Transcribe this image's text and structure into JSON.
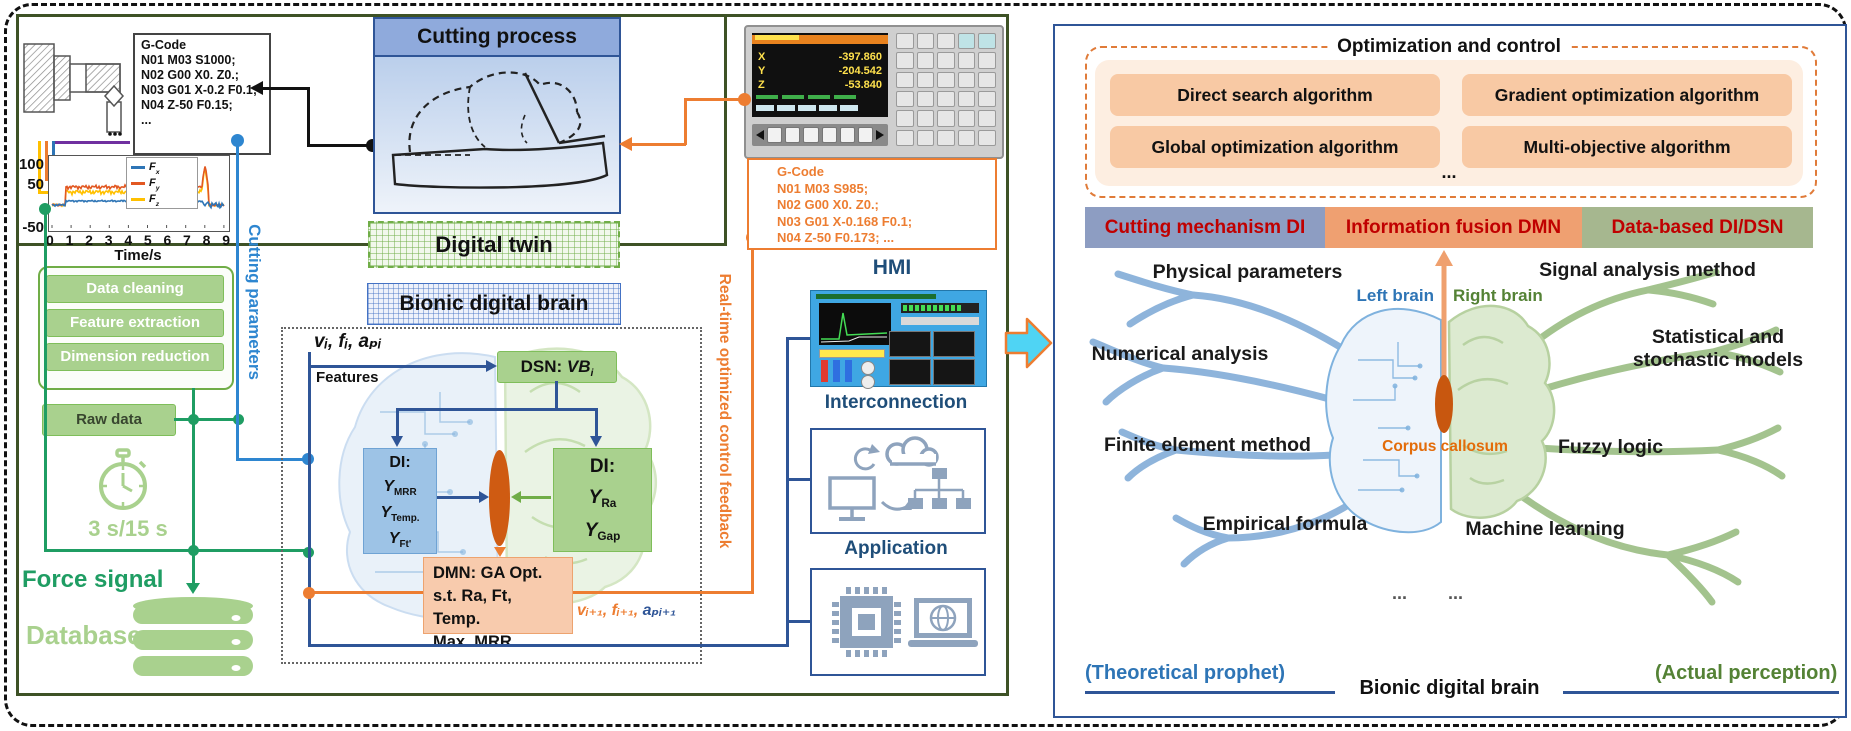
{
  "colors": {
    "orange": "#ED7D31",
    "olive": "#3E5226",
    "green": "#70AD47",
    "lightgreen": "#A9D18E",
    "blue": "#2F5597",
    "skyblue": "#2E86D0",
    "lightblue": "#9DC3E6",
    "peach": "#F8CBAD",
    "headerRed": "#C00000",
    "cyanArrow": "#4FD4F4",
    "teal_green_text": "#1F9D63",
    "leftBrainBlue": "#2E75B6",
    "rightBrainGreen": "#548235",
    "corpusOrange": "#E36C0A"
  },
  "left": {
    "gcode1": [
      "G-Code",
      "N01 M03 S1000;",
      "N02 G00 X0. Z0.;",
      "N03 G01 X-0.2 F0.1;",
      "N04 Z-50 F0.15;",
      "..."
    ],
    "chart": {
      "type": "line",
      "legend": [
        {
          "f": "F",
          "sub": "x"
        },
        {
          "f": "F",
          "sub": "y"
        },
        {
          "f": "F",
          "sub": "z"
        }
      ],
      "yticks": [
        "100",
        "50",
        "-50"
      ],
      "xticks": [
        "0",
        "1",
        "2",
        "3",
        "4",
        "5",
        "6",
        "7",
        "8",
        "9"
      ],
      "xlabel": "Time/s"
    },
    "pipeline": [
      "Data cleaning",
      "Feature extraction",
      "Dimension reduction"
    ],
    "raw_data": "Raw data",
    "interval": "3 s/15 s",
    "force_signal": "Force signal",
    "database": "Database",
    "cutting_parameters": "Cutting parameters",
    "cutting_process": "Cutting process",
    "digital_twin": "Digital twin",
    "bionic_title": "Bionic digital brain",
    "features_vars": "vᵢ, fᵢ, aₚᵢ",
    "features": "Features",
    "dsn": {
      "label": "DSN: ",
      "var": "VB",
      "sub": "i"
    },
    "di_left": {
      "title": "DI:",
      "rows": [
        {
          "y": "Y",
          "sub": "MRR"
        },
        {
          "y": "Y",
          "sub": "Temp."
        },
        {
          "y": "Y",
          "sub": "Ft'"
        }
      ]
    },
    "di_right": {
      "title": "DI:",
      "rows": [
        {
          "y": "Y",
          "sub": "Ra"
        },
        {
          "y": "Y",
          "sub": "Gap"
        }
      ]
    },
    "dmn": [
      "DMN: GA Opt.",
      "s.t. Ra, Ft, Temp.",
      "Max. MRR"
    ],
    "next_orange": "vᵢ₊₁, fᵢ₊₁,",
    "next_blue": " aₚᵢ₊₁",
    "cnc": {
      "axes": [
        {
          "axis": "X",
          "value": "-397.860"
        },
        {
          "axis": "Y",
          "value": "-204.542"
        },
        {
          "axis": "Z",
          "value": "-53.840"
        }
      ]
    },
    "gcode2": [
      "G-Code",
      "N01 M03 S985;",
      "N02 G00 X0. Z0.;",
      "N03 G01 X-0.168 F0.1;",
      "N04 Z-50 F0.173; ..."
    ],
    "feedback": "Real-time optimized control feedback",
    "hmi": "HMI",
    "interconnection": "Interconnection",
    "application": "Application"
  },
  "right": {
    "opt_title": "Optimization and control",
    "algorithms": [
      "Direct search algorithm",
      "Gradient optimization algorithm",
      "Global optimization algorithm",
      "Multi-objective algorithm"
    ],
    "ellipsis": "...",
    "headers": [
      "Cutting mechanism DI",
      "Information fusion DMN",
      "Data-based DI/DSN"
    ],
    "left_branches": [
      "Physical parameters",
      "Numerical analysis",
      "Finite element method",
      "Empirical formula"
    ],
    "right_branches": [
      "Signal analysis method",
      "Statistical and\nstochastic models",
      "Fuzzy logic",
      "Machine learning"
    ],
    "left_brain": "Left brain",
    "right_brain": "Right brain",
    "corpus_callosum": "Corpus callosum",
    "dots": "...",
    "theoretical": "(Theoretical prophet)",
    "bionic_bottom": "Bionic digital brain",
    "actual": "(Actual perception)"
  }
}
